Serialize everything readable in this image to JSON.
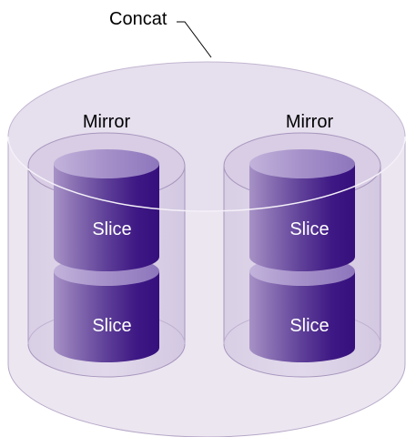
{
  "diagram": {
    "outer_label": "Concat",
    "mirrors": [
      {
        "label": "Mirror",
        "slices": [
          {
            "label": "Slice"
          },
          {
            "label": "Slice"
          }
        ]
      },
      {
        "label": "Mirror",
        "slices": [
          {
            "label": "Slice"
          },
          {
            "label": "Slice"
          }
        ]
      }
    ]
  },
  "colors": {
    "outer_fill": "#ece6f1",
    "outer_top": "#e5deed",
    "outer_stroke": "#9c8cb0",
    "mirror_fill": "#dcd2e6",
    "mirror_stroke": "#9c8cb0",
    "slice_dark": "#3d1683",
    "slice_light": "#b8a4d2",
    "slice_top": "#8f78b6",
    "label": "#000000",
    "slice_label": "#ffffff"
  }
}
